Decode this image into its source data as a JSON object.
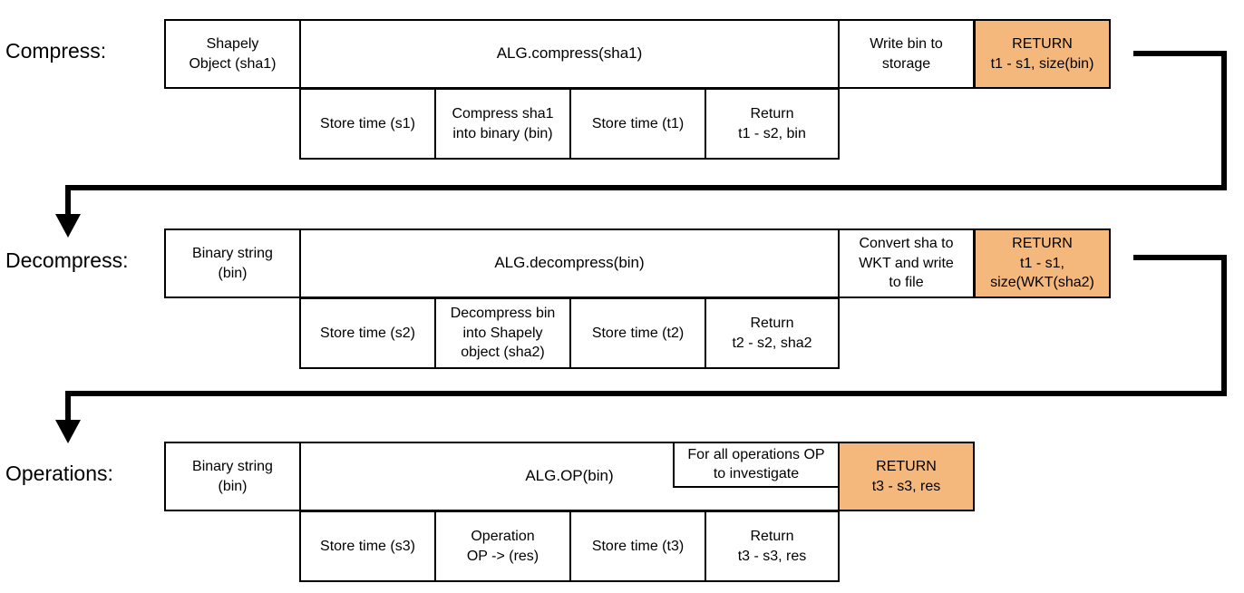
{
  "accent_color": "#f4b77c",
  "sections": [
    {
      "label": "Compress:",
      "input": "Shapely\nObject (sha1)",
      "main": "ALG.compress(sha1)",
      "after": "Write bin to\nstorage",
      "return": "RETURN\nt1 - s1, size(bin)",
      "steps": [
        "Store time (s1)",
        "Compress sha1\ninto binary (bin)",
        "Store time (t1)",
        "Return\nt1 - s2, bin"
      ]
    },
    {
      "label": "Decompress:",
      "input": "Binary string\n(bin)",
      "main": "ALG.decompress(bin)",
      "after": "Convert sha to\nWKT and write\nto file",
      "return": "RETURN\nt1 - s1,\nsize(WKT(sha2)",
      "steps": [
        "Store time (s2)",
        "Decompress bin\ninto Shapely\nobject (sha2)",
        "Store time (t2)",
        "Return\nt2 - s2, sha2"
      ]
    },
    {
      "label": "Operations:",
      "input": "Binary string\n(bin)",
      "main": "ALG.OP(bin)",
      "loop_note": "For all operations OP\nto investigate",
      "return": "RETURN\nt3 - s3, res",
      "steps": [
        "Store time (s3)",
        "Operation\nOP -> (res)",
        "Store time (t3)",
        "Return\nt3 - s3, res"
      ]
    }
  ]
}
